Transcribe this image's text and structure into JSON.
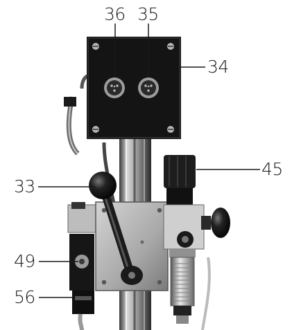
{
  "figure": {
    "callouts": [
      {
        "id": "c36",
        "label": "36"
      },
      {
        "id": "c35",
        "label": "35"
      },
      {
        "id": "c34",
        "label": "34"
      },
      {
        "id": "c45",
        "label": "45"
      },
      {
        "id": "c33",
        "label": "33"
      },
      {
        "id": "c49",
        "label": "49"
      },
      {
        "id": "c56",
        "label": "56"
      }
    ]
  }
}
